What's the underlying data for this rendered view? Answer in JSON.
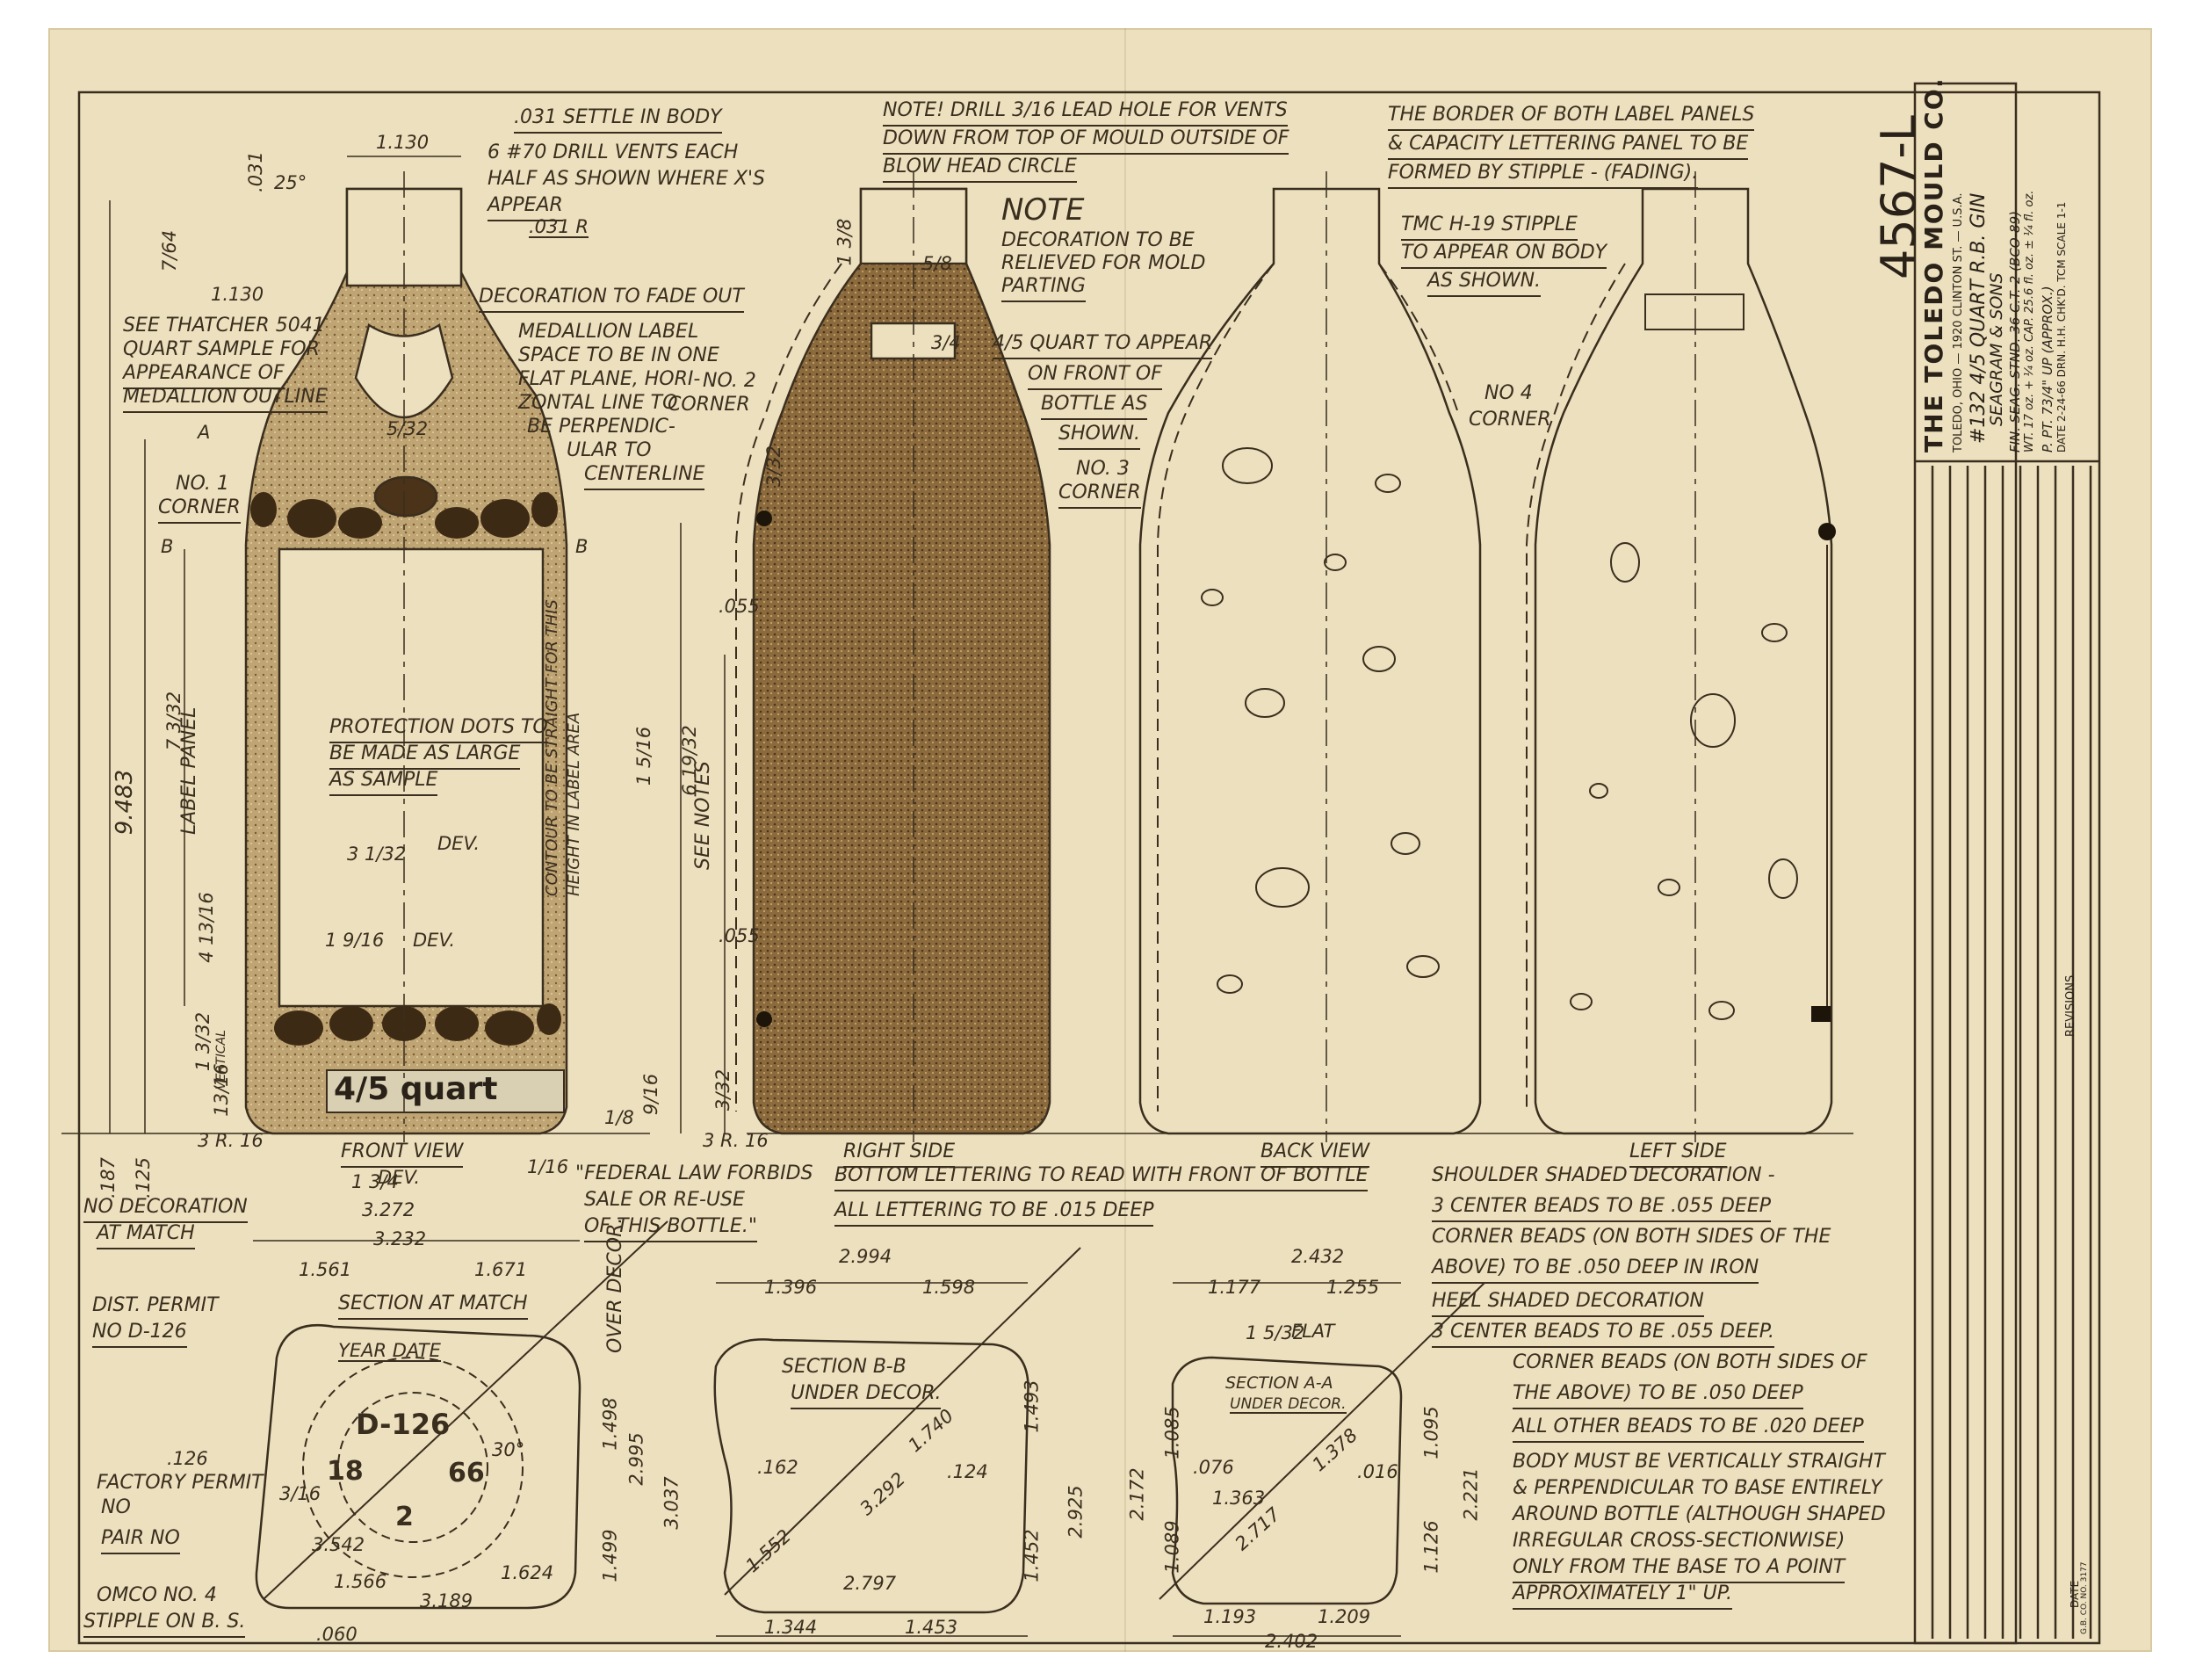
{
  "title_block": {
    "company": "THE TOLEDO MOULD CO.",
    "address": "TOLEDO, OHIO — 1920 CLINTON ST. — U.S.A.",
    "drawing_number": "4567-L",
    "item": "#132 4/5 QUART R.B. GIN",
    "customer": "SEAGRAM & SONS",
    "finish": "FIN. SEAG. STND. 36 C.T.-2 (BCO-89)",
    "weight": "WT. 17 oz. + ¼ oz. CAP. 25.6 fl. oz. ± ¼ fl. oz.",
    "pour": "P. PT. 73/4\" UP (APPROX.)",
    "date_line": "DATE 2-24-66  DRN. H.H.  CHK'D. TCM  SCALE 1-1",
    "revisions": "REVISIONS",
    "date_col": "DATE",
    "form_no": "G.B. CO. NO. 3177"
  },
  "notes": {
    "settle": ".031 SETTLE IN BODY",
    "drill_vents": [
      "6 #70 DRILL VENTS EACH",
      "HALF AS SHOWN WHERE X'S",
      "APPEAR"
    ],
    "drill_lead": [
      "NOTE! DRILL 3/16 LEAD HOLE FOR VENTS",
      "DOWN FROM TOP OF MOULD OUTSIDE OF",
      "BLOW HEAD CIRCLE"
    ],
    "border": [
      "THE BORDER OF BOTH LABEL PANELS",
      "& CAPACITY LETTERING PANEL TO BE",
      "FORMED BY STIPPLE - (FADING)."
    ],
    "note_title": "NOTE",
    "note_relieved": [
      "DECORATION TO BE",
      "RELIEVED FOR MOLD",
      "PARTING"
    ],
    "tmc": [
      "TMC H-19 STIPPLE",
      "TO APPEAR ON BODY",
      "AS SHOWN."
    ],
    "fade_out": "DECORATION TO FADE OUT",
    "thatcher": [
      "SEE THATCHER 5041",
      "QUART SAMPLE FOR",
      "APPEARANCE OF",
      "MEDALLION OUTLINE"
    ],
    "medallion": [
      "MEDALLION LABEL",
      "SPACE TO BE IN ONE",
      "FLAT PLANE, HORI-",
      "ZONTAL LINE TO",
      "BE PERPENDIC-",
      "ULAR TO",
      "CENTERLINE"
    ],
    "quart_appear": [
      "4/5 QUART TO APPEAR",
      "ON FRONT OF",
      "BOTTLE AS",
      "SHOWN."
    ],
    "protection": [
      "PROTECTION DOTS TO",
      "BE MADE AS LARGE",
      "AS SAMPLE"
    ],
    "contour": [
      "CONTOUR TO BE STRAIGHT FOR THIS",
      "HEIGHT IN LABEL AREA"
    ],
    "federal": [
      "\"FEDERAL LAW FORBIDS",
      "SALE OR RE-USE",
      "OF THIS BOTTLE.\""
    ],
    "bottom_lettering": "BOTTOM LETTERING TO READ WITH FRONT OF BOTTLE",
    "all_lettering": "ALL LETTERING TO BE .015 DEEP",
    "no_decoration": [
      "NO DECORATION",
      "AT MATCH"
    ],
    "dist_permit": [
      "DIST. PERMIT",
      "NO D-126"
    ],
    "factory_permit": [
      "FACTORY PERMIT",
      "NO"
    ],
    "pair_no": "PAIR NO",
    "omco": "OMCO NO. 4",
    "stipple_on": "STIPPLE ON B. S.",
    "spec_lines": [
      "SHOULDER SHADED DECORATION -",
      "3 CENTER BEADS TO BE .055 DEEP",
      "CORNER BEADS (ON BOTH SIDES OF THE",
      "ABOVE) TO BE .050 DEEP IN IRON",
      "HEEL SHADED DECORATION",
      "3 CENTER BEADS TO BE .055 DEEP.",
      "CORNER BEADS (ON BOTH SIDES OF",
      "THE ABOVE) TO BE .050 DEEP",
      "ALL OTHER BEADS TO BE .020 DEEP",
      "BODY MUST BE VERTICALLY STRAIGHT",
      "& PERPENDICULAR TO BASE ENTIRELY",
      "AROUND BOTTLE (ALTHOUGH SHAPED",
      "IRREGULAR CROSS-SECTIONWISE)",
      "ONLY FROM THE BASE TO A POINT",
      "APPROXIMATELY 1\" UP."
    ]
  },
  "views": {
    "front": "FRONT VIEW",
    "right": "RIGHT SIDE",
    "back": "BACK VIEW",
    "left": "LEFT SIDE",
    "section_match": "SECTION AT MATCH",
    "section_bb": [
      "SECTION B-B",
      "UNDER DECOR."
    ],
    "section_aa": [
      "SECTION A-A",
      "UNDER DECOR."
    ]
  },
  "corners": {
    "c1": [
      "NO. 1",
      "CORNER"
    ],
    "c2": [
      "NO. 2",
      "CORNER"
    ],
    "c3": [
      "NO. 3",
      "CORNER"
    ],
    "c4": [
      "NO 4",
      "CORNER"
    ]
  },
  "labels": {
    "label_panel": "LABEL PANEL",
    "see_notes": "SEE NOTES",
    "dev": "DEV.",
    "over_decor": "OVER DECOR.",
    "vertical": "VERTICAL",
    "quart_mark": "4/5 quart",
    "year_date": "YEAR DATE",
    "flat": "FLAT",
    "base_d126": "D-126",
    "base_18": "18",
    "base_66": "66",
    "base_2": "2",
    "a": "A",
    "b": "B",
    "r": "R"
  },
  "dims": {
    "top_1130": "1.130",
    "side_1130": "1.130",
    "d031": ".031",
    "d25": "25°",
    "r031": ".031 R",
    "d7_64": "7/64",
    "d1_3_8": "1 3/8",
    "d5_8": "5/8",
    "d3_4": "3/4",
    "d5_32": "5/32",
    "d3_32": "3/32",
    "d9483": "9.483",
    "d7_3_32": "7 3/32",
    "d4_13_16": "4 13/16",
    "d1_3_32": "1 3/32",
    "d13_16": "13/16",
    "d3_1_32": "3 1/32",
    "d1_9_16": "1 9/16",
    "d6_19_32": "6 19/32",
    "d1_5_16": "1 5/16",
    "d055": ".055",
    "d055b": ".055",
    "d3_32b": "3/32",
    "d9_16": "9/16",
    "d1_8": "1/8",
    "d1_16": "1/16",
    "d3r16": "3 R. 16",
    "d3r16b": "3 R. 16",
    "d187": ".187",
    "d125": ".125",
    "d1_3_4": "1 3/4",
    "d3272": "3.272",
    "d3232": "3.232",
    "d1561": "1.561",
    "d1671": "1.671",
    "d2994": "2.994",
    "d1396": "1.396",
    "d1598": "1.598",
    "d2432": "2.432",
    "d1177": "1.177",
    "d1255": "1.255",
    "d1_5_32": "1 5/32",
    "d1498": "1.498",
    "d2995": "2.995",
    "d3037": "3.037",
    "d1499": "1.499",
    "d1740a": "1.740",
    "d3292": "3.292",
    "d1552": "1.552",
    "d162": ".162",
    "d124": ".124",
    "d1493": "1.493",
    "d2925": "2.925",
    "d1452": "1.452",
    "d2797": "2.797",
    "d1344": "1.344",
    "d1453": "1.453",
    "d1085": "1.085",
    "d2172": "2.172",
    "d1089": "1.089",
    "d076": ".076",
    "d1363": "1.363",
    "d2717": "2.717",
    "d1378": "1.378",
    "d016": ".016",
    "d1095": "1.095",
    "d2221": "2.221",
    "d1126": "1.126",
    "d1193": "1.193",
    "d1209": "1.209",
    "d2402": "2.402",
    "d126": ".126",
    "d3_16": "3/16",
    "d3542": "3.542",
    "d1566": "1.566",
    "d3189": "3.189",
    "d1624": "1.624",
    "d060": ".060",
    "d30": "30°"
  },
  "colors": {
    "paper": "#ece0bf",
    "ink": "#3a2e1e",
    "stipple": "#5a4124"
  }
}
